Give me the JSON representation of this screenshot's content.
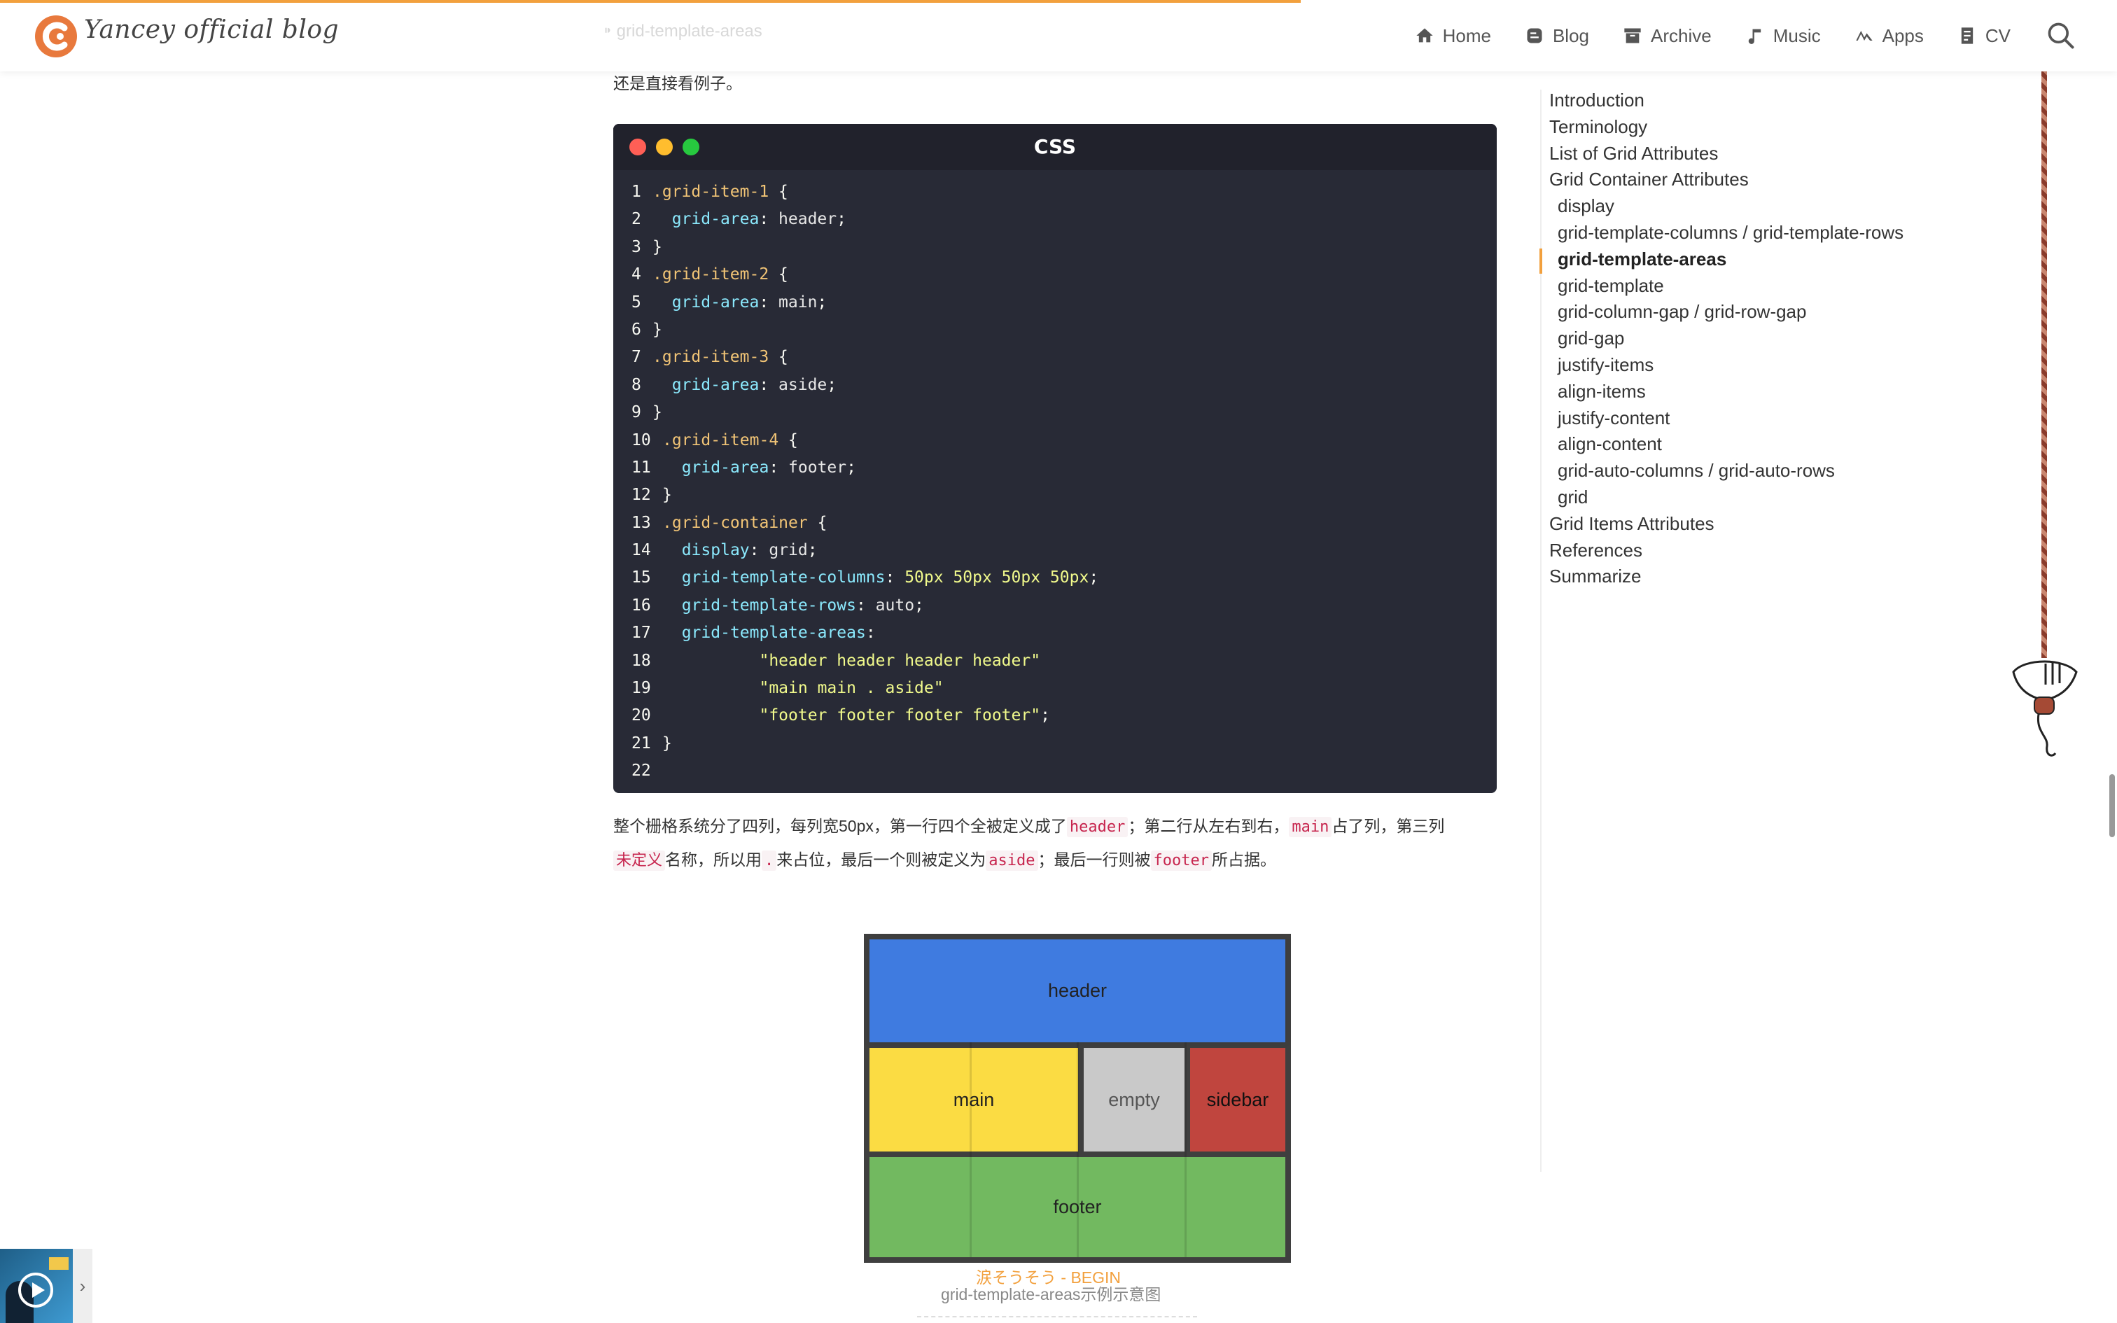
{
  "site": {
    "title": "Yancey official blog",
    "faded_heading": "⁍ grid-template-areas"
  },
  "nav": [
    {
      "label": "Home",
      "icon": "home-icon"
    },
    {
      "label": "Blog",
      "icon": "blog-icon"
    },
    {
      "label": "Archive",
      "icon": "archive-icon"
    },
    {
      "label": "Music",
      "icon": "music-icon"
    },
    {
      "label": "Apps",
      "icon": "apps-icon"
    },
    {
      "label": "CV",
      "icon": "cv-icon"
    }
  ],
  "article": {
    "intro": "还是直接看例子。",
    "code_lang": "CSS",
    "para1": "整个栅格系统分了四列，每列宽50px，第一行四个全被定义成了",
    "para1_code1": "header",
    "para1_b": "；第二行从左右到右，",
    "para1_code2": "main",
    "para1_c": "占了列，第三列",
    "para2_code1": "未定义",
    "para2_a": "名称，所以用",
    "para2_code2": ".",
    "para2_b": "来占位，最后一个则被定义为",
    "para2_code3": "aside",
    "para2_c": "；最后一行则被",
    "para2_code4": "footer",
    "para2_d": "所占据。",
    "diagram": {
      "header": "header",
      "main": "main",
      "empty": "empty",
      "sidebar": "sidebar",
      "footer": "footer"
    },
    "song": "涙そうそう - BEGIN",
    "caption": "grid-template-areas示例示意图"
  },
  "code_lines": [
    {
      "n": "1",
      "t": [
        [
          "sel",
          ".grid-item-1"
        ],
        [
          "pun",
          " {"
        ]
      ]
    },
    {
      "n": "2",
      "t": [
        [
          "pun",
          "  "
        ],
        [
          "prop",
          "grid-area"
        ],
        [
          "pun",
          ": "
        ],
        [
          "val",
          "header"
        ],
        [
          "pun",
          ";"
        ]
      ]
    },
    {
      "n": "3",
      "t": [
        [
          "pun",
          "}"
        ]
      ]
    },
    {
      "n": "4",
      "t": [
        [
          "sel",
          ".grid-item-2"
        ],
        [
          "pun",
          " {"
        ]
      ]
    },
    {
      "n": "5",
      "t": [
        [
          "pun",
          "  "
        ],
        [
          "prop",
          "grid-area"
        ],
        [
          "pun",
          ": "
        ],
        [
          "val",
          "main"
        ],
        [
          "pun",
          ";"
        ]
      ]
    },
    {
      "n": "6",
      "t": [
        [
          "pun",
          "}"
        ]
      ]
    },
    {
      "n": "7",
      "t": [
        [
          "sel",
          ".grid-item-3"
        ],
        [
          "pun",
          " {"
        ]
      ]
    },
    {
      "n": "8",
      "t": [
        [
          "pun",
          "  "
        ],
        [
          "prop",
          "grid-area"
        ],
        [
          "pun",
          ": "
        ],
        [
          "val",
          "aside"
        ],
        [
          "pun",
          ";"
        ]
      ]
    },
    {
      "n": "9",
      "t": [
        [
          "pun",
          "}"
        ]
      ]
    },
    {
      "n": "10",
      "t": [
        [
          "sel",
          ".grid-item-4"
        ],
        [
          "pun",
          " {"
        ]
      ]
    },
    {
      "n": "11",
      "t": [
        [
          "pun",
          "  "
        ],
        [
          "prop",
          "grid-area"
        ],
        [
          "pun",
          ": "
        ],
        [
          "val",
          "footer"
        ],
        [
          "pun",
          ";"
        ]
      ]
    },
    {
      "n": "12",
      "t": [
        [
          "pun",
          "}"
        ]
      ]
    },
    {
      "n": "13",
      "t": [
        [
          "sel",
          ".grid-container"
        ],
        [
          "pun",
          " {"
        ]
      ]
    },
    {
      "n": "14",
      "t": [
        [
          "pun",
          "  "
        ],
        [
          "prop",
          "display"
        ],
        [
          "pun",
          ": "
        ],
        [
          "val",
          "grid"
        ],
        [
          "pun",
          ";"
        ]
      ]
    },
    {
      "n": "15",
      "t": [
        [
          "pun",
          "  "
        ],
        [
          "prop",
          "grid-template-columns"
        ],
        [
          "pun",
          ": "
        ],
        [
          "num",
          "50px 50px 50px 50px"
        ],
        [
          "pun",
          ";"
        ]
      ]
    },
    {
      "n": "16",
      "t": [
        [
          "pun",
          "  "
        ],
        [
          "prop",
          "grid-template-rows"
        ],
        [
          "pun",
          ": "
        ],
        [
          "val",
          "auto"
        ],
        [
          "pun",
          ";"
        ]
      ]
    },
    {
      "n": "17",
      "t": [
        [
          "pun",
          "  "
        ],
        [
          "prop",
          "grid-template-areas"
        ],
        [
          "pun",
          ":"
        ]
      ]
    },
    {
      "n": "18",
      "t": [
        [
          "pun",
          "          "
        ],
        [
          "str",
          "\"header header header header\""
        ]
      ]
    },
    {
      "n": "19",
      "t": [
        [
          "pun",
          "          "
        ],
        [
          "str",
          "\"main main . aside\""
        ]
      ]
    },
    {
      "n": "20",
      "t": [
        [
          "pun",
          "          "
        ],
        [
          "str",
          "\"footer footer footer footer\""
        ],
        [
          "pun",
          ";"
        ]
      ]
    },
    {
      "n": "21",
      "t": [
        [
          "pun",
          "}"
        ]
      ]
    },
    {
      "n": "22",
      "t": []
    }
  ],
  "toc": [
    {
      "label": "Introduction",
      "level": 1
    },
    {
      "label": "Terminology",
      "level": 1
    },
    {
      "label": "List of Grid Attributes",
      "level": 1
    },
    {
      "label": "Grid Container Attributes",
      "level": 1
    },
    {
      "label": "display",
      "level": 2
    },
    {
      "label": "grid-template-columns / grid-template-rows",
      "level": 2
    },
    {
      "label": "grid-template-areas",
      "level": 2,
      "active": true
    },
    {
      "label": "grid-template",
      "level": 2
    },
    {
      "label": "grid-column-gap / grid-row-gap",
      "level": 2
    },
    {
      "label": "grid-gap",
      "level": 2
    },
    {
      "label": "justify-items",
      "level": 2
    },
    {
      "label": "align-items",
      "level": 2
    },
    {
      "label": "justify-content",
      "level": 2
    },
    {
      "label": "align-content",
      "level": 2
    },
    {
      "label": "grid-auto-columns / grid-auto-rows",
      "level": 2
    },
    {
      "label": "grid",
      "level": 2
    },
    {
      "label": "Grid Items Attributes",
      "level": 1
    },
    {
      "label": "References",
      "level": 1
    },
    {
      "label": "Summarize",
      "level": 1
    }
  ],
  "colors": {
    "accent": "#f2a03d",
    "code_bg": "#282a36",
    "grid_header": "#3f7be0",
    "grid_main": "#fbdc43",
    "grid_empty": "#c9c9c9",
    "grid_sidebar": "#c0453e",
    "grid_footer": "#72b960"
  }
}
